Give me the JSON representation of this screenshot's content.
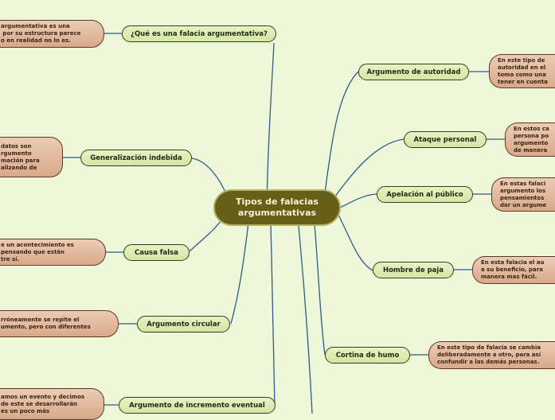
{
  "center": {
    "title": "Tipos de falacias argumentativas"
  },
  "left": [
    {
      "label": "¿Qué es una falacia argumentativa?",
      "desc": "argumentativa es una\n por su estructura parece\no en realidad no lo es."
    },
    {
      "label": "Generalización indebida",
      "desc": "datos son\nrgumento\nmación para\nalizando de"
    },
    {
      "label": "Causa falsa",
      "desc": "e un acontecimiento es\npensando que están\ntre sí."
    },
    {
      "label": "Argumento circular",
      "desc": "rróneamente se repite el\numento, pero con diferentes"
    },
    {
      "label": "Argumento de incremento eventual",
      "desc": "amos un evento y decimos\nde este se desarrollarán\nes un poco más"
    }
  ],
  "right": [
    {
      "label": "Argumento de autoridad",
      "desc": "En este tipo de\nautoridad en el\ntoma como una\ntener en cuenta"
    },
    {
      "label": "Ataque personal",
      "desc": "En estos ca\npersona po\nargumento\nde manera"
    },
    {
      "label": "Apelación al público",
      "desc": "En estas falaci\nargumento los\npensamientos\ndar un argume"
    },
    {
      "label": "Hombre de paja",
      "desc": "En esta falacia el au\na su beneficio, para\nmanera mas fácil."
    },
    {
      "label": "Cortina de humo",
      "desc": "En este tipo de falacia se cambia\ndeliberadamente a otro, para así\nconfundir a las demás personas."
    }
  ],
  "colors": {
    "background": "#eef7d8",
    "center_fill": "#665f18",
    "topic_fill": "#dcebb2",
    "description_fill": "#e0b89c",
    "connector": "#2f5a8a"
  }
}
